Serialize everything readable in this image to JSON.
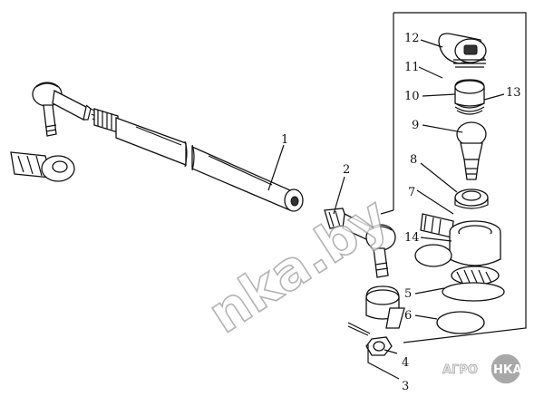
{
  "watermark": "nka.by",
  "logo": {
    "part1": "АГРО",
    "part2": "НКА"
  },
  "callouts": [
    "1",
    "2",
    "3",
    "4",
    "5",
    "6",
    "7",
    "8",
    "9",
    "10",
    "11",
    "12",
    "13",
    "14"
  ]
}
